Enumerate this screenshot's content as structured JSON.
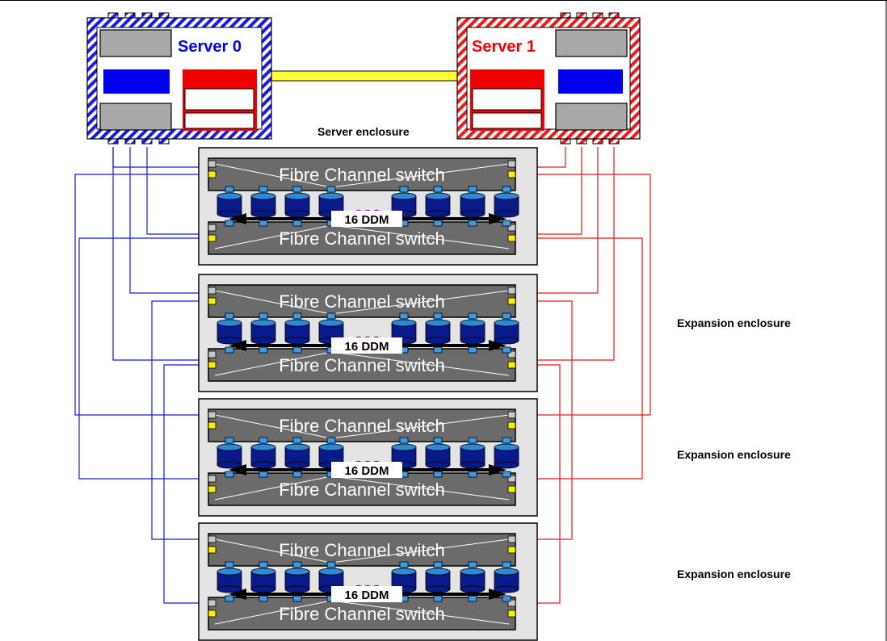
{
  "servers": [
    {
      "label": "Server 0",
      "color": "#0000ee"
    },
    {
      "label": "Server 1",
      "color": "#ee0000"
    }
  ],
  "server_enclosure_label": "Server enclosure",
  "enclosures": [
    {
      "side_label": "",
      "top_switch": "Fibre Channel switch",
      "bottom_switch": "Fibre Channel switch",
      "ddm_label": "16 DDM"
    },
    {
      "side_label": "Expansion enclosure",
      "top_switch": "Fibre Channel switch",
      "bottom_switch": "Fibre Channel switch",
      "ddm_label": "16 DDM"
    },
    {
      "side_label": "Expansion enclosure",
      "top_switch": "Fibre Channel switch",
      "bottom_switch": "Fibre Channel switch",
      "ddm_label": "16 DDM"
    },
    {
      "side_label": "Expansion enclosure",
      "top_switch": "Fibre Channel switch",
      "bottom_switch": "Fibre Channel switch",
      "ddm_label": "16 DDM"
    }
  ],
  "colors": {
    "link_blue": "#1a1aee",
    "link_red": "#ee1a1a",
    "interconnect": "#ffff33",
    "switch_fill": "#6b6b6b",
    "enclosure_fill": "#e4e4e4",
    "disk": "#0a1a8a",
    "disk_top": "#2a8ad8",
    "port_blue": "#3a9ae8",
    "port_grey": "#c8c8c8",
    "port_yellow": "#ffee00",
    "loop": "#7a1aa0"
  }
}
